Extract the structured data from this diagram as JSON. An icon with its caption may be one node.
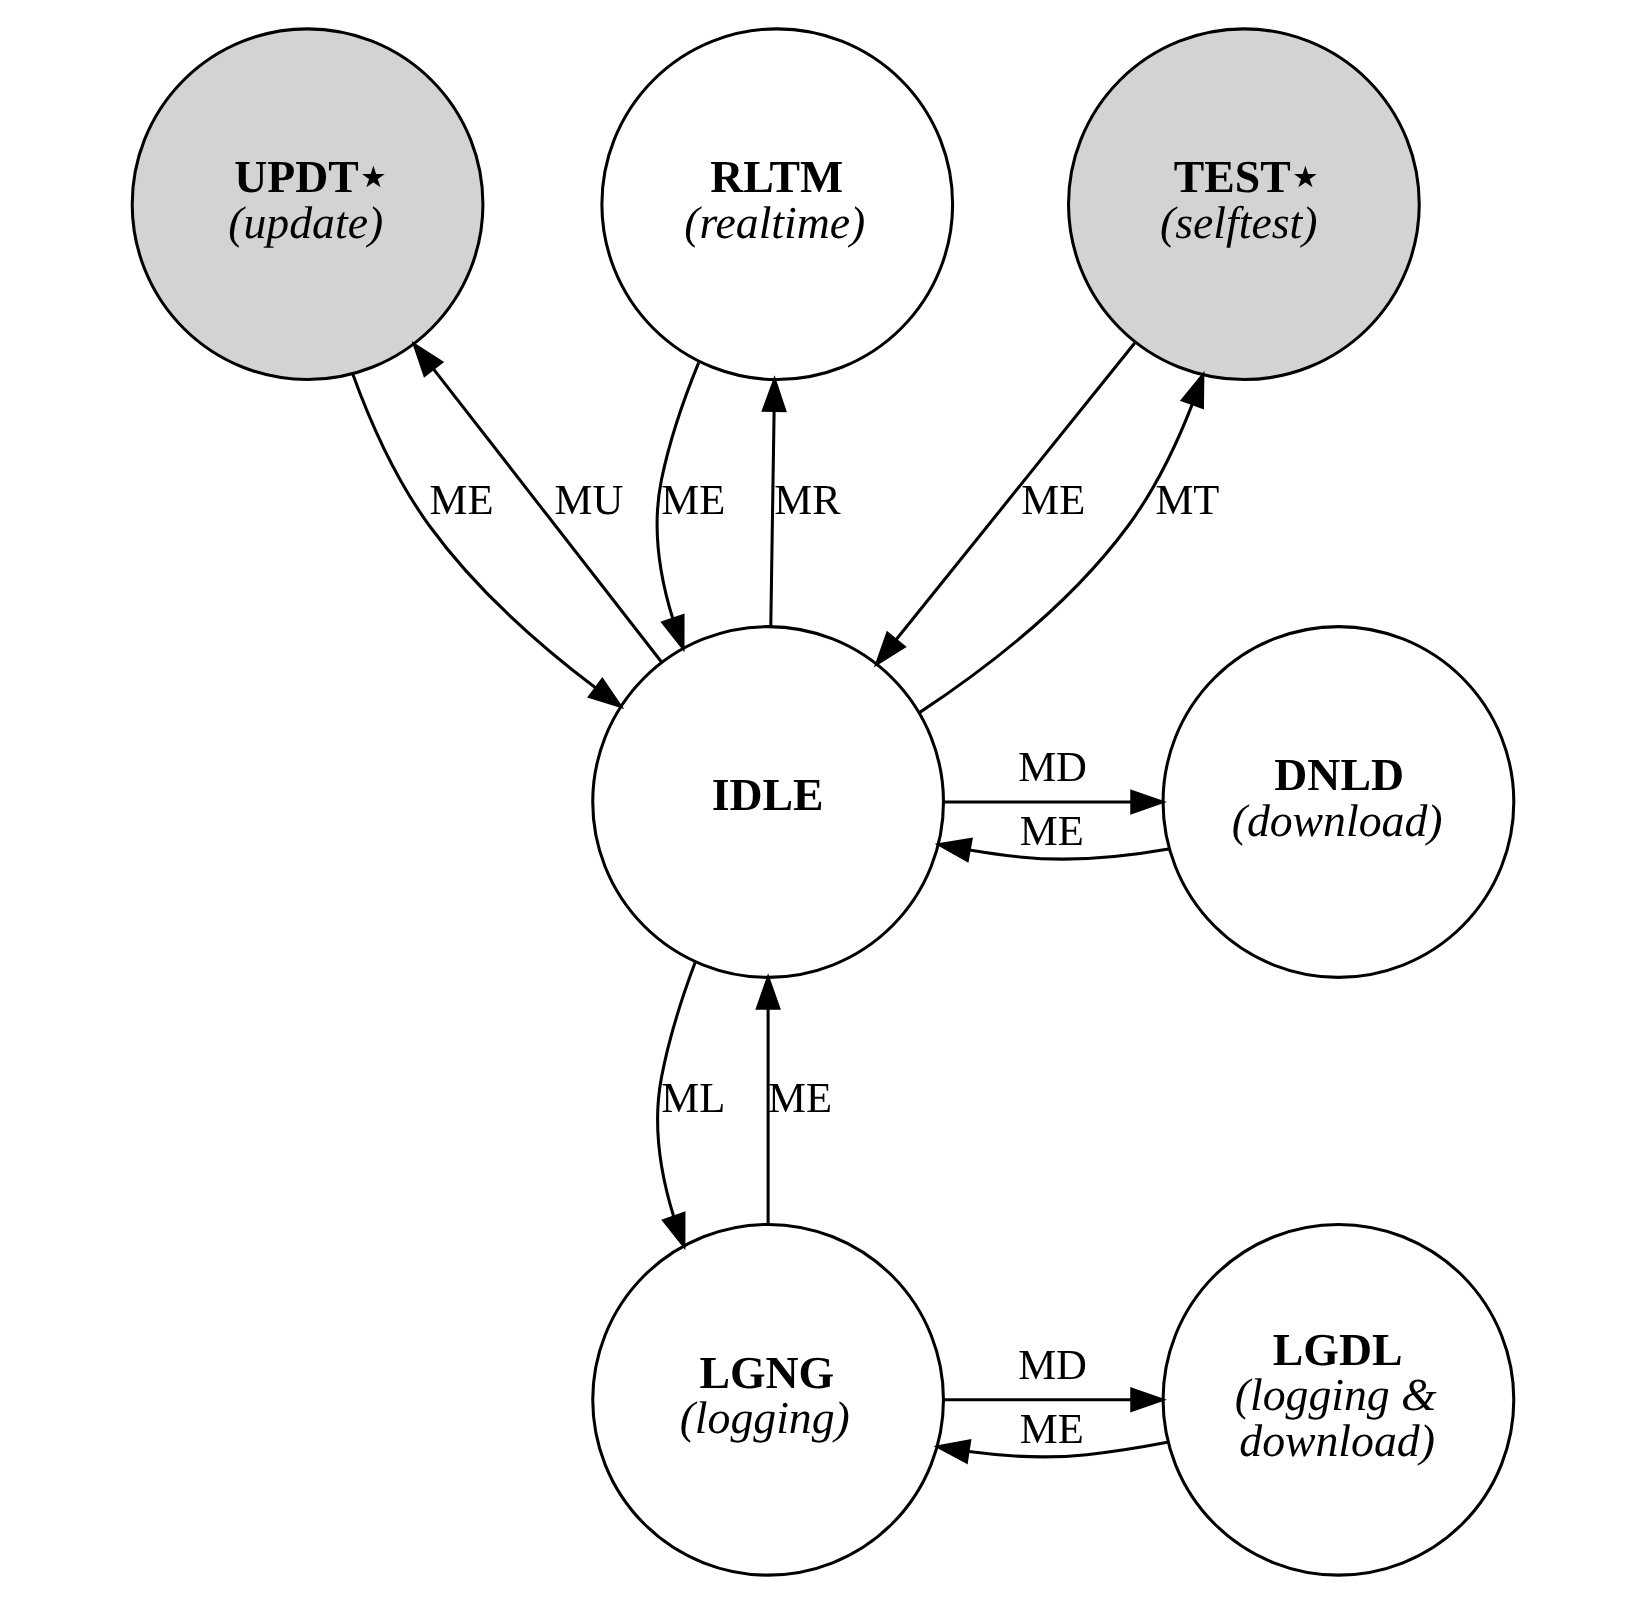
{
  "diagram": {
    "nodes": [
      {
        "text": [
          "UPDT⋆",
          "(update)"
        ]
      },
      {
        "text": [
          "RLTM",
          "(realtime)"
        ]
      },
      {
        "text": [
          "TEST⋆",
          "(selftest)"
        ]
      },
      {
        "text": [
          "IDLE"
        ]
      },
      {
        "text": [
          "LGDL",
          "(logging & download)"
        ]
      },
      {
        "text": [
          "DNLD",
          "(download)"
        ]
      },
      {
        "text": [
          "LGNG",
          "(logging)"
        ]
      }
    ],
    "edges": [
      {
        "from": 3,
        "to": 0,
        "arrow": "to",
        "label": "MU"
      },
      {
        "from": 0,
        "to": 3,
        "arrow": "to",
        "label": "ME"
      },
      {
        "from": 1,
        "to": 3,
        "arrow": "to",
        "label": "ME"
      },
      {
        "from": 3,
        "to": 1,
        "arrow": "to",
        "label": "MR"
      },
      {
        "from": 3,
        "to": 2,
        "arrow": "to",
        "label": "MT"
      },
      {
        "from": 2,
        "to": 3,
        "arrow": "to",
        "label": "ME"
      },
      {
        "from": 3,
        "to": 5,
        "arrow": "to",
        "label": "MD"
      },
      {
        "from": 5,
        "to": 3,
        "arrow": "to",
        "label": "ME"
      },
      {
        "from": 3,
        "to": 6,
        "arrow": "to",
        "label": "ML"
      },
      {
        "from": 6,
        "to": 3,
        "arrow": "to",
        "label": "ME"
      },
      {
        "from": 4,
        "to": 6,
        "arrow": "to",
        "label": "ME"
      },
      {
        "from": 6,
        "to": 4,
        "arrow": "to",
        "label": "MD"
      }
    ]
  }
}
